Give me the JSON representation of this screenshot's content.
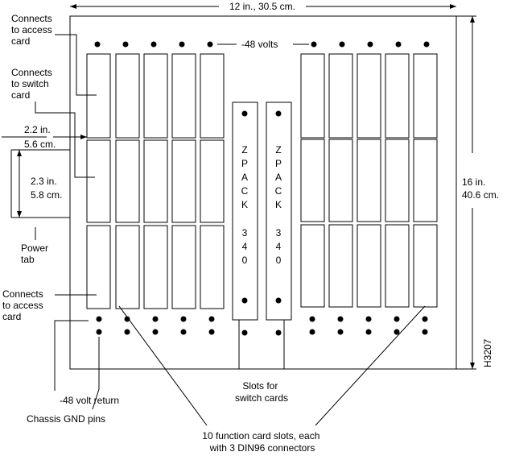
{
  "dimensions": {
    "width": "12 in., 30.5 cm.",
    "height_in": "16 in.",
    "height_cm": "40.6 cm.",
    "offset_in": "2.2 in.",
    "offset_cm": "5.6 cm.",
    "tab_in": "2.3 in.",
    "tab_cm": "5.8 cm."
  },
  "labels": {
    "voltage": "-48 volts",
    "access_top": [
      "Connects",
      "to access",
      "card"
    ],
    "switch": [
      "Connects",
      "to switch",
      "card"
    ],
    "power_tab": [
      "Power",
      "tab"
    ],
    "access_bottom": [
      "Connects",
      "to access",
      "card"
    ],
    "return": "-48 volt return",
    "chassis": "Chassis GND pins",
    "switch_slots": [
      "Slots for",
      "switch cards"
    ],
    "function_slots": [
      "10 function card slots, each",
      "with 3 DIN96 connectors"
    ],
    "figure_id": "H3207"
  },
  "connector": {
    "chars": [
      "Z",
      "P",
      "A",
      "C",
      "K",
      "3",
      "4",
      "0"
    ]
  }
}
